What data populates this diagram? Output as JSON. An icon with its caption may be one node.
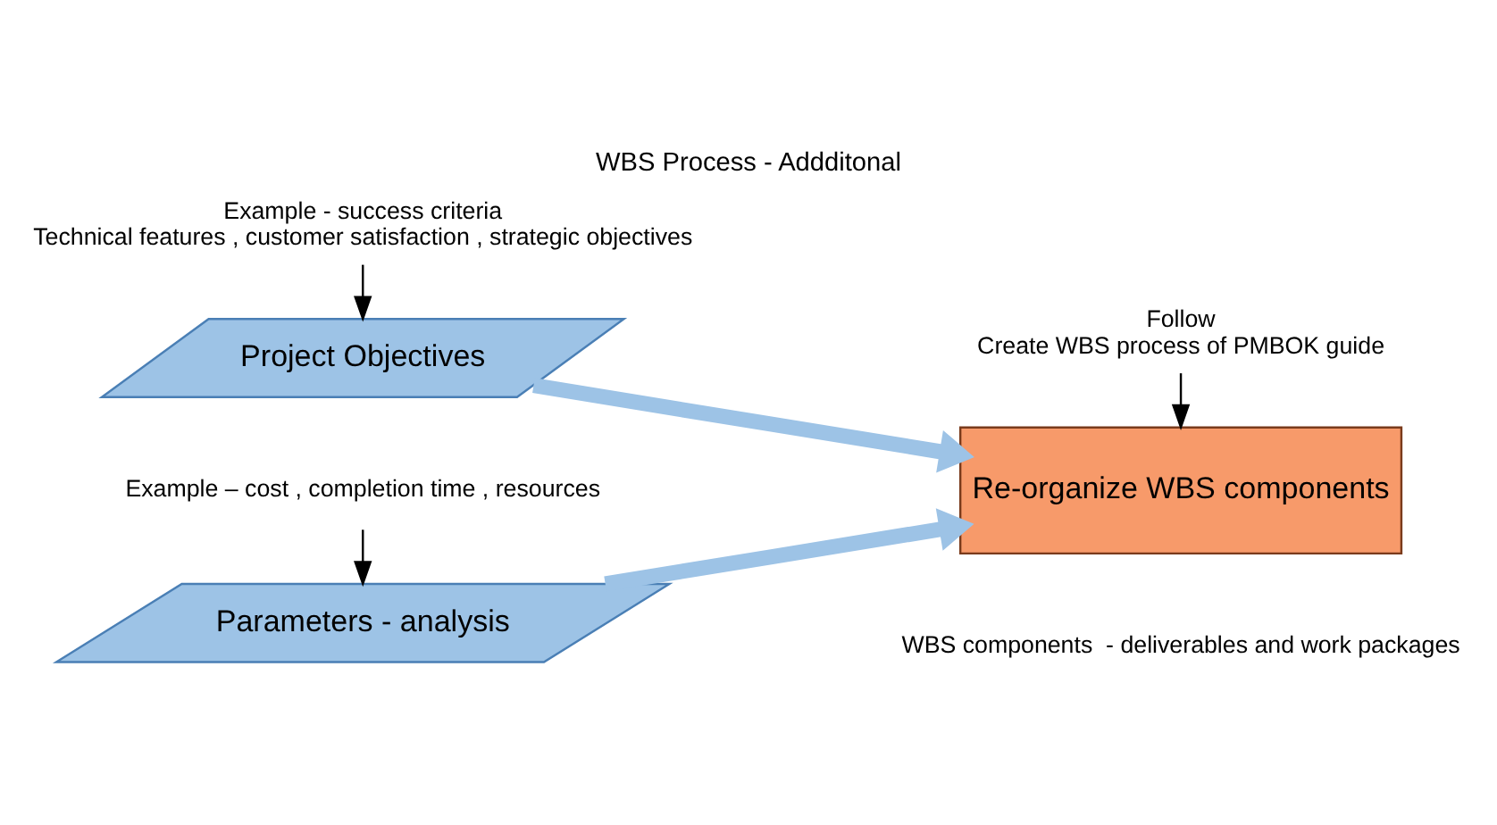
{
  "diagram": {
    "title": "WBS Process - Addditonal",
    "nodes": [
      {
        "text": [
          "Example - success criteria",
          "Technical features , customer satisfaction , strategic objectives"
        ]
      },
      {
        "text": [
          "Project Objectives"
        ]
      },
      {
        "text": [
          "Parameters - analysis"
        ]
      },
      {
        "text": [
          "Example – cost , completion time , resources"
        ]
      },
      {
        "text": [
          "Follow",
          "Create WBS process of PMBOK guide"
        ]
      },
      {
        "text": [
          "Re-organize WBS components"
        ]
      }
    ],
    "edges": [
      {
        "from": 0,
        "to": 1,
        "arrow": "to"
      },
      {
        "from": 3,
        "to": 2,
        "arrow": "to"
      },
      {
        "from": 4,
        "to": 5,
        "arrow": "to"
      },
      {
        "from": 1,
        "to": 5,
        "arrow": "to",
        "style": "thick",
        "color": "#9dc3e6"
      },
      {
        "from": 2,
        "to": 5,
        "arrow": "to",
        "style": "thick",
        "color": "#9dc3e6"
      }
    ],
    "labels": [
      "WBS components  - deliverables and work packages"
    ]
  }
}
